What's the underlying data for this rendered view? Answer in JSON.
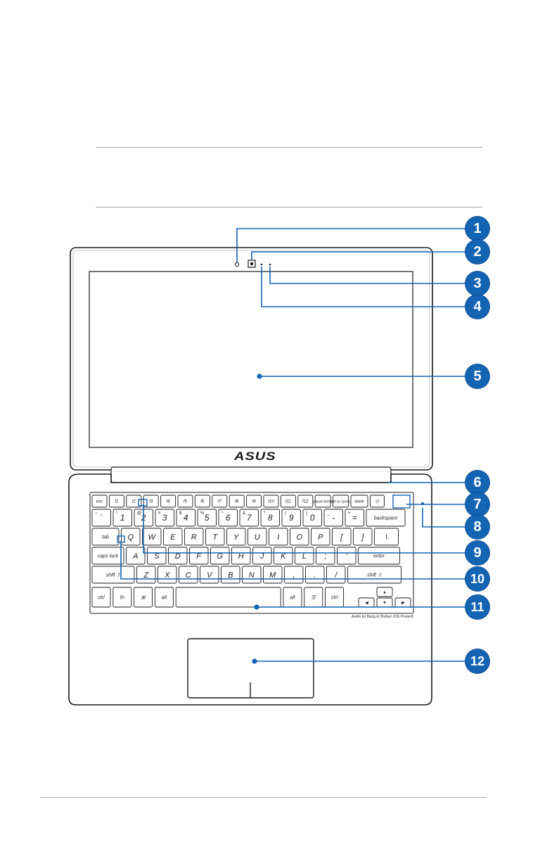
{
  "laptop": {
    "logo_text": "ASUS",
    "audio_caption": "Audio by Bang & Olufsen ICE Power®"
  },
  "callouts": [
    "1",
    "2",
    "3",
    "4",
    "5",
    "6",
    "7",
    "8",
    "9",
    "10",
    "11",
    "12"
  ],
  "keyboard": {
    "function_row": [
      {
        "label": "esc"
      },
      {
        "label": "f1"
      },
      {
        "label": "f2"
      },
      {
        "label": "f3"
      },
      {
        "label": "f4"
      },
      {
        "label": "f5"
      },
      {
        "label": "f6"
      },
      {
        "label": "f7"
      },
      {
        "label": "f8"
      },
      {
        "label": "f9"
      },
      {
        "label": "f10"
      },
      {
        "label": "f11"
      },
      {
        "label": "f12"
      },
      {
        "label": "pause break"
      },
      {
        "label": "prt sc sysrq"
      },
      {
        "label": "delete"
      },
      {
        "label": "⏻"
      }
    ],
    "number_row": [
      "`",
      "1",
      "2",
      "3",
      "4",
      "5",
      "6",
      "7",
      "8",
      "9",
      "0",
      "-",
      "=",
      "backspace"
    ],
    "number_row_shift": [
      "~",
      "!",
      "@",
      "#",
      "$",
      "%",
      "^",
      "&",
      "*",
      "(",
      ")",
      "_",
      "+",
      ""
    ],
    "q_row": [
      "tab",
      "Q",
      "W",
      "E",
      "R",
      "T",
      "Y",
      "U",
      "I",
      "O",
      "P",
      "[",
      "]",
      "\\"
    ],
    "a_row": [
      "caps lock",
      "A",
      "S",
      "D",
      "F",
      "G",
      "H",
      "J",
      "K",
      "L",
      ";",
      "'",
      "enter"
    ],
    "z_row": [
      "shift ⇧",
      "Z",
      "X",
      "C",
      "V",
      "B",
      "N",
      "M",
      ",",
      ".",
      "/",
      "shift ⇧"
    ],
    "bottom_row": [
      "ctrl",
      "fn",
      "⊞",
      "alt",
      "",
      "alt",
      "☰",
      "ctrl"
    ],
    "arrows": {
      "up": "▲",
      "left": "◀",
      "down": "▼",
      "right": "▶"
    }
  }
}
